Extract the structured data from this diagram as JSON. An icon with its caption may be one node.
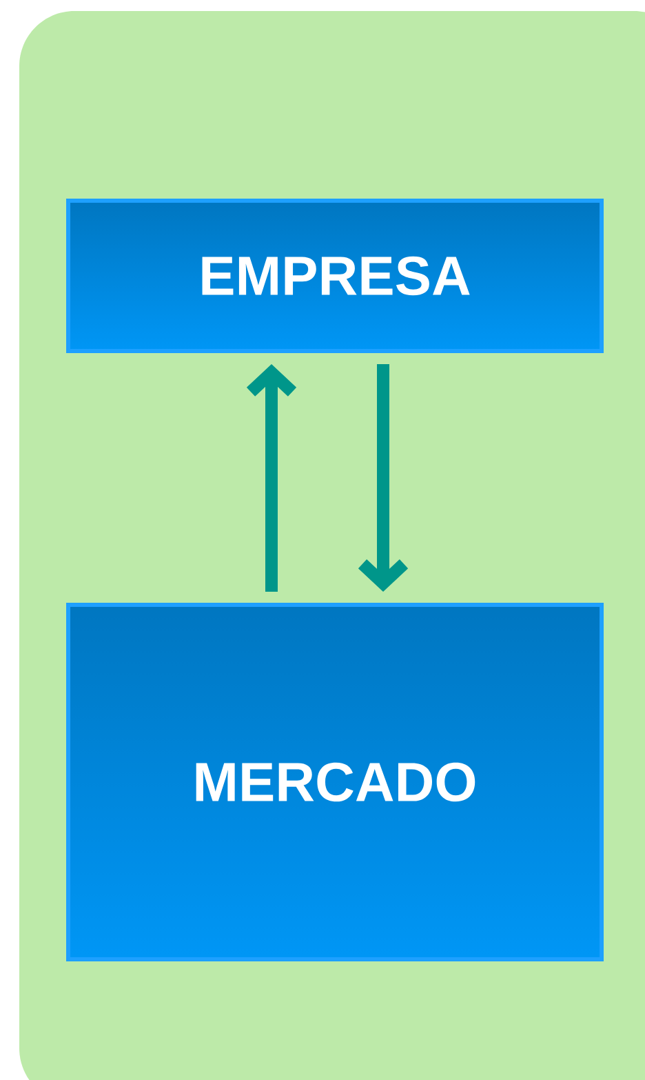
{
  "diagram": {
    "nodes": [
      {
        "text": [
          "EMPRESA"
        ]
      },
      {
        "text": [
          "MERCADO"
        ]
      }
    ],
    "edges": [
      {
        "from": 1,
        "to": 0,
        "arrow": "to"
      },
      {
        "from": 0,
        "to": 1,
        "arrow": "to"
      }
    ]
  }
}
